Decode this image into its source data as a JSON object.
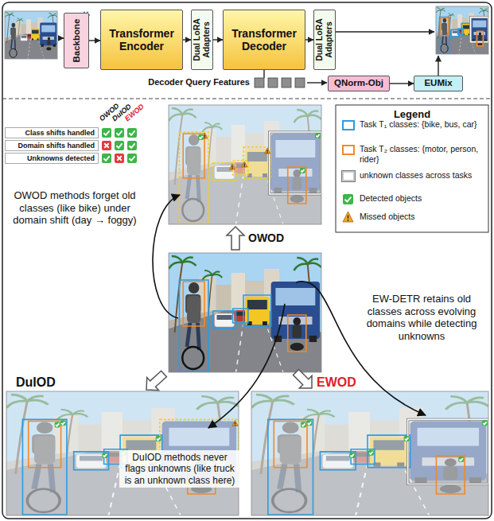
{
  "diagram": {
    "nodes": [
      {
        "text": [
          "Backbone"
        ]
      },
      {
        "text": [
          "Transformer Encoder"
        ]
      },
      {
        "text": [
          "Dual LoRA Adapters"
        ]
      },
      {
        "text": [
          "Transformer Decoder"
        ]
      },
      {
        "text": [
          "Dual LoRA Adapters"
        ]
      },
      {
        "text": [
          "QNorm-Obj"
        ]
      },
      {
        "text": [
          "EUMix"
        ]
      }
    ],
    "edges": [
      {
        "from": 0,
        "to": 1,
        "arrow": "to"
      },
      {
        "from": 1,
        "to": 2,
        "arrow": "to"
      },
      {
        "from": 2,
        "to": 3,
        "arrow": "to"
      },
      {
        "from": 3,
        "to": 4,
        "arrow": "to"
      },
      {
        "from": 5,
        "to": 6,
        "arrow": "to"
      }
    ],
    "labels": [
      "Decoder Query Features",
      "OWOD",
      "DuIOD",
      "EWOD",
      "Class shifts handled",
      "Domain shifts handled",
      "Unknowns detected",
      "Legend",
      "OWOD methods forget old classes (like bike) under domain shift (day → foggy)",
      "OWOD",
      "EW-DETR retains old classes across evolving domains while detecting unknowns",
      "DuIOD",
      "EWOD",
      "DuIOD methods never flags unknowns (like truck is an unknown class here)"
    ],
    "legend": [
      {
        "text": "Task T₁ classes: {bike, bus, car}",
        "color": "#2e9be0"
      },
      {
        "text": "Task T₂ classes: {motor, person, rider}",
        "color": "#f0892a"
      },
      {
        "text": "unknown classes across tasks",
        "color": "#c8c8c8"
      },
      {
        "text": "Detected objects"
      },
      {
        "text": "Missed objects"
      }
    ]
  }
}
